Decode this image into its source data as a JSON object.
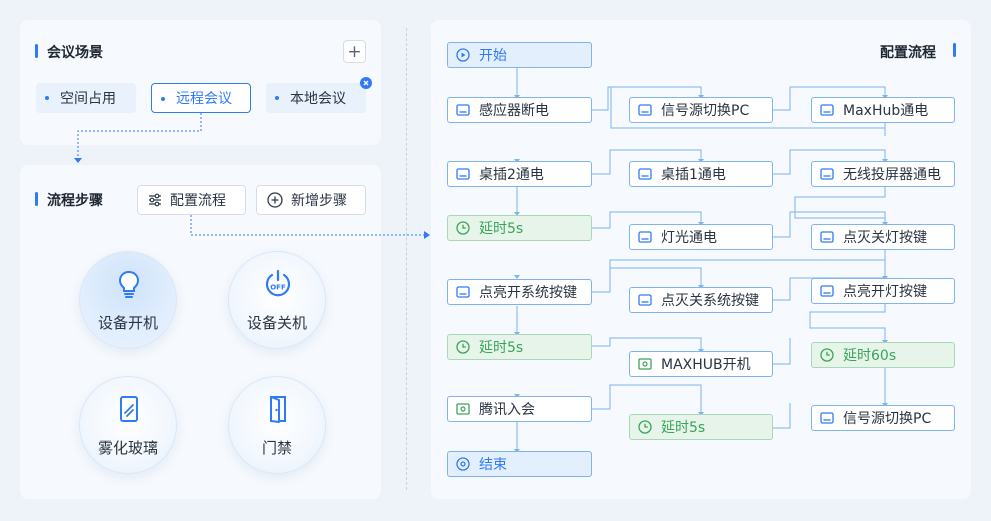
{
  "scene": {
    "title": "会议场景",
    "add_label": "+",
    "tags": [
      {
        "label": "空间占用",
        "active": false
      },
      {
        "label": "远程会议",
        "active": true
      },
      {
        "label": "本地会议",
        "active": false
      }
    ]
  },
  "steps": {
    "title": "流程步骤",
    "config_button": "配置流程",
    "add_button": "新增步骤",
    "devices": [
      {
        "label": "设备开机",
        "icon": "bulb-icon",
        "selected": true
      },
      {
        "label": "设备关机",
        "icon": "power-off-icon",
        "selected": false
      },
      {
        "label": "雾化玻璃",
        "icon": "glass-icon",
        "selected": false
      },
      {
        "label": "门禁",
        "icon": "door-icon",
        "selected": false
      }
    ]
  },
  "flow": {
    "title": "配置流程",
    "columns": [
      [
        {
          "label": "开始",
          "kind": "start",
          "icon": "play-icon"
        },
        {
          "label": "感应器断电",
          "kind": "device",
          "icon": "device-icon"
        },
        {
          "label": "桌插2通电",
          "kind": "device",
          "icon": "device-icon"
        },
        {
          "label": "延时5s",
          "kind": "delay",
          "icon": "clock-icon"
        },
        {
          "label": "点亮开系统按键",
          "kind": "device",
          "icon": "device-icon"
        },
        {
          "label": "延时5s",
          "kind": "delay",
          "icon": "clock-icon"
        },
        {
          "label": "腾讯入会",
          "kind": "screen",
          "icon": "screen-icon"
        },
        {
          "label": "结束",
          "kind": "end",
          "icon": "stop-icon"
        }
      ],
      [
        {
          "label": "信号源切换PC",
          "kind": "device",
          "icon": "device-icon"
        },
        {
          "label": "桌插1通电",
          "kind": "device",
          "icon": "device-icon"
        },
        {
          "label": "灯光通电",
          "kind": "device",
          "icon": "device-icon"
        },
        {
          "label": "点灭关系统按键",
          "kind": "device",
          "icon": "device-icon"
        },
        {
          "label": "MAXHUB开机",
          "kind": "screen",
          "icon": "screen-icon"
        },
        {
          "label": "延时5s",
          "kind": "delay",
          "icon": "clock-icon"
        }
      ],
      [
        {
          "label": "MaxHub通电",
          "kind": "device",
          "icon": "device-icon"
        },
        {
          "label": "无线投屏器通电",
          "kind": "device",
          "icon": "device-icon"
        },
        {
          "label": "点灭关灯按键",
          "kind": "device",
          "icon": "device-icon"
        },
        {
          "label": "点亮开灯按键",
          "kind": "device",
          "icon": "device-icon"
        },
        {
          "label": "延时60s",
          "kind": "delay",
          "icon": "clock-icon"
        },
        {
          "label": "信号源切换PC",
          "kind": "device",
          "icon": "device-icon"
        }
      ]
    ]
  },
  "colors": {
    "accent": "#2f7bf6",
    "delay": "#3aa55a",
    "connector": "#7fb4ef"
  }
}
